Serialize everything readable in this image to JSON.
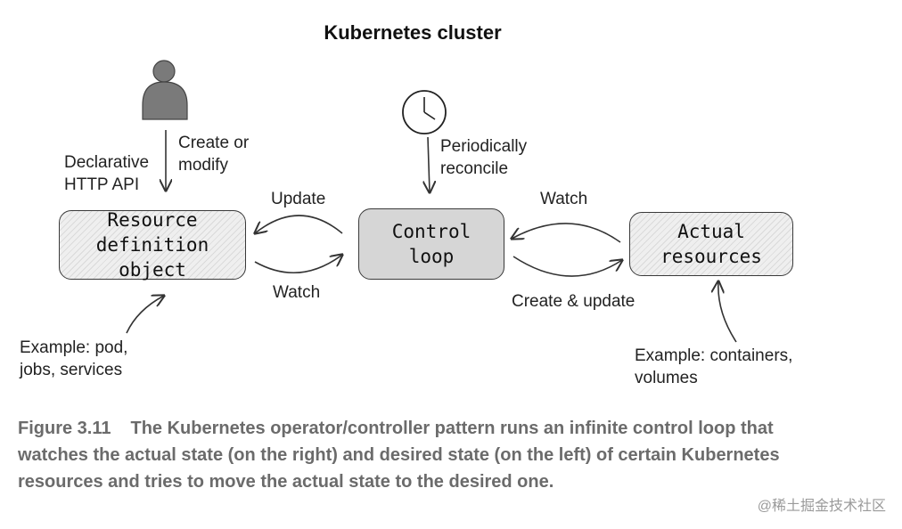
{
  "diagram": {
    "title": "Kubernetes cluster",
    "nodes": {
      "resource_definition": "Resource\ndefinition object",
      "control_loop": "Control\nloop",
      "actual_resources": "Actual\nresources"
    },
    "labels": {
      "create_or_modify": "Create or\nmodify",
      "declarative_api": "Declarative\nHTTP API",
      "periodically_reconcile": "Periodically\nreconcile",
      "update": "Update",
      "watch_left": "Watch",
      "watch_right": "Watch",
      "create_update": "Create & update",
      "example_left": "Example: pod,\njobs, services",
      "example_right": "Example: containers,\nvolumes"
    },
    "icons": [
      "person-icon",
      "clock-icon"
    ]
  },
  "caption": {
    "figure_number": "Figure 3.11",
    "text": "The Kubernetes operator/controller pattern runs an infinite control loop that watches the actual state (on the right) and desired state (on the left) of certain Kubernetes resources and tries to move the actual state to the desired one."
  },
  "watermark": "@稀土掘金技术社区"
}
